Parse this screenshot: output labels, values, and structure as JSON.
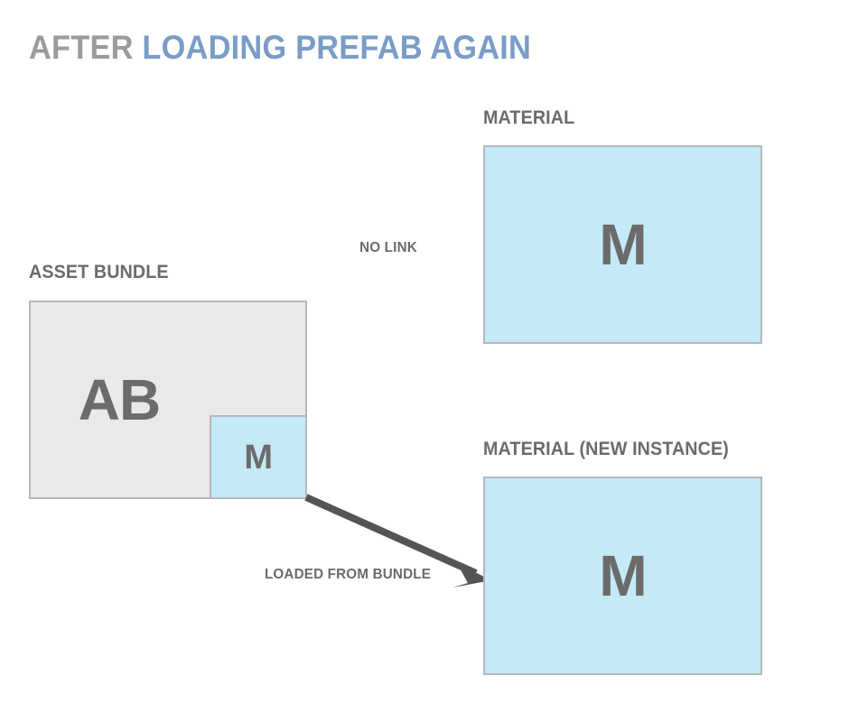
{
  "title": {
    "part_1": "AFTER ",
    "part_2": "LOADING PREFAB AGAIN",
    "part_1_color": "#9b9b9b",
    "part_2_color": "#7a9cc6"
  },
  "colors": {
    "background": "#ffffff",
    "box_blue_fill": "#c4e9f7",
    "box_gray_fill": "#e9e9e9",
    "box_border": "#b4b9bd",
    "label_text": "#6b6b6b",
    "arrow": "#555555"
  },
  "nodes": {
    "material": {
      "label": "MATERIAL",
      "glyph": "M"
    },
    "asset_bundle": {
      "label": "ASSET BUNDLE",
      "glyph": "AB",
      "inner_glyph": "M"
    },
    "new_material": {
      "label": "MATERIAL (NEW INSTANCE)",
      "glyph": "M"
    }
  },
  "annotations": {
    "no_link": "NO LINK",
    "loaded_from_bundle": "LOADED FROM BUNDLE"
  }
}
